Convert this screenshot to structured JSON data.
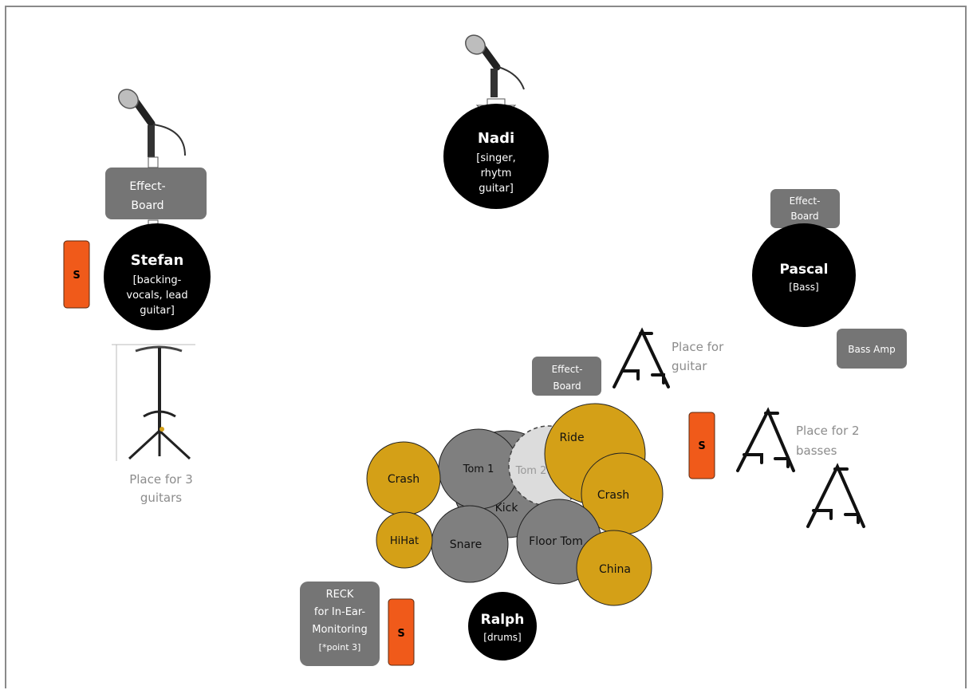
{
  "people": {
    "nadi": {
      "name": "Nadi",
      "role_lines": [
        "[singer,",
        "rhytm",
        "guitar]"
      ]
    },
    "stefan": {
      "name": "Stefan",
      "role_lines": [
        "[backing-",
        "vocals, lead",
        "guitar]"
      ]
    },
    "pascal": {
      "name": "Pascal",
      "role_lines": [
        "[Bass]"
      ]
    },
    "ralph": {
      "name": "Ralph",
      "role_lines": [
        "[drums]"
      ]
    }
  },
  "equipment": {
    "effect_board_stefan": [
      "Effect-",
      "Board"
    ],
    "effect_board_pascal": [
      "Effect-",
      "Board"
    ],
    "effect_board_center": [
      "Effect-",
      "Board"
    ],
    "bass_amp": "Bass Amp",
    "reck": [
      "RECK",
      "for In-Ear-",
      "Monitoring",
      "[*point 3]"
    ],
    "speaker_label": "S"
  },
  "places": {
    "three_guitars": [
      "Place for 3",
      "guitars"
    ],
    "guitar": [
      "Place for",
      "guitar"
    ],
    "two_basses": [
      "Place for 2",
      "basses"
    ]
  },
  "drums": {
    "tom1": "Tom 1",
    "tom2": "Tom 2",
    "kick": "Kick",
    "snare": "Snare",
    "floor_tom": "Floor Tom",
    "ride": "Ride",
    "crash_left": "Crash",
    "crash_right": "Crash",
    "hihat": "HiHat",
    "china": "China"
  },
  "colors": {
    "person": "#000000",
    "box": "#757575",
    "speaker": "#f05a1a",
    "cymbal": "#d4a017",
    "drum": "#7f7f7f",
    "tom2": "#dcdcdc",
    "place_text": "#8c8c8c"
  }
}
